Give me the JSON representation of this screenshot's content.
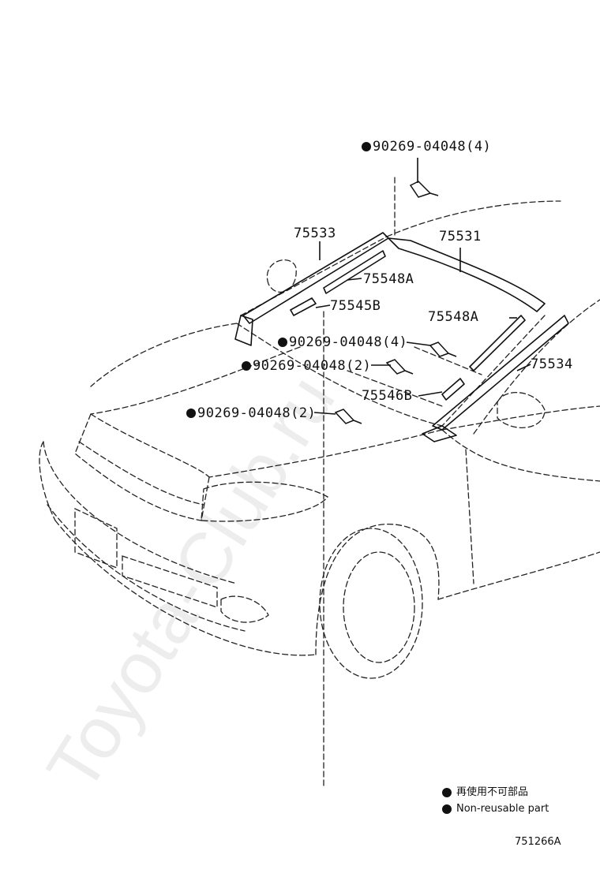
{
  "callouts": {
    "clip_top": "90269-04048(4)",
    "part_75533": "75533",
    "part_75531": "75531",
    "part_75548A_left": "75548A",
    "part_75545B": "75545B",
    "part_75548A_right": "75548A",
    "clip_mid": "90269-04048(4)",
    "part_75534": "75534",
    "clip_lower": "90269-04048(2)",
    "part_75546B": "75546B",
    "clip_bottom": "90269-04048(2)"
  },
  "legend": {
    "japanese": "再使用不可部品",
    "english": "Non-reusable part"
  },
  "diagram_code": "751266A",
  "watermark": "Toyota-Club.ru"
}
